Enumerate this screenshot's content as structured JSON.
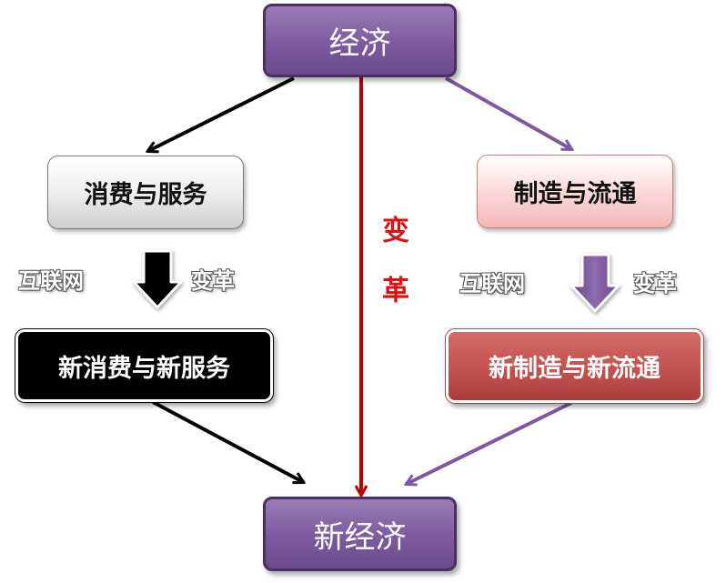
{
  "nodes": {
    "economy": "经济",
    "consumption_services": "消费与服务",
    "manufacturing_circulation": "制造与流通",
    "new_consumption_services": "新消费与新服务",
    "new_manufacturing_circulation": "新制造与新流通",
    "new_economy": "新经济"
  },
  "labels": {
    "reform": "变革",
    "internet_left": "互联网",
    "change_left": "变革",
    "internet_right": "互联网",
    "change_right": "变革"
  },
  "colors": {
    "purple": "#7d5a9e",
    "red_arrow": "#c00000",
    "red_box": "#c0504d",
    "black": "#000000"
  }
}
